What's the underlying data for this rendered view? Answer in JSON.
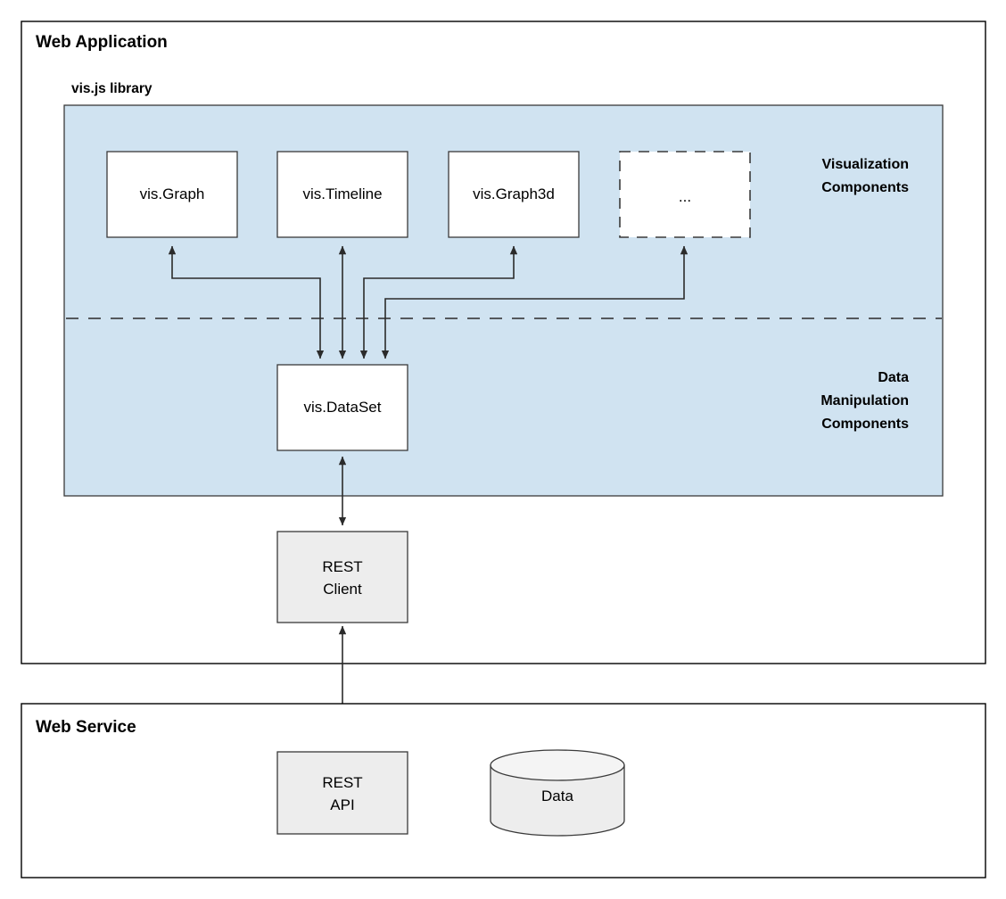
{
  "frames": {
    "web_application": {
      "title": "Web Application"
    },
    "web_service": {
      "title": "Web Service"
    }
  },
  "library_panel": {
    "title": "vis.js library",
    "section_labels": {
      "visualization": "Visualization\nComponents",
      "visualization_line1": "Visualization",
      "visualization_line2": "Components",
      "data_manipulation_line1": "Data",
      "data_manipulation_line2": "Manipulation",
      "data_manipulation_line3": "Components"
    },
    "fill_color": "#d0e3f1"
  },
  "nodes": {
    "vis_graph": {
      "label": "vis.Graph"
    },
    "vis_timeline": {
      "label": "vis.Timeline"
    },
    "vis_graph3d": {
      "label": "vis.Graph3d"
    },
    "more": {
      "label": "..."
    },
    "vis_dataset": {
      "label": "vis.DataSet"
    },
    "rest_client": {
      "label_line1": "REST",
      "label_line2": "Client"
    },
    "rest_api": {
      "label_line1": "REST",
      "label_line2": "API"
    },
    "data_store": {
      "label": "Data"
    }
  },
  "colors": {
    "panel_blue": "#d0e3f1",
    "box_white": "#ffffff",
    "box_grey": "#ededed",
    "stroke": "#3a3a3a",
    "text": "#000000"
  }
}
